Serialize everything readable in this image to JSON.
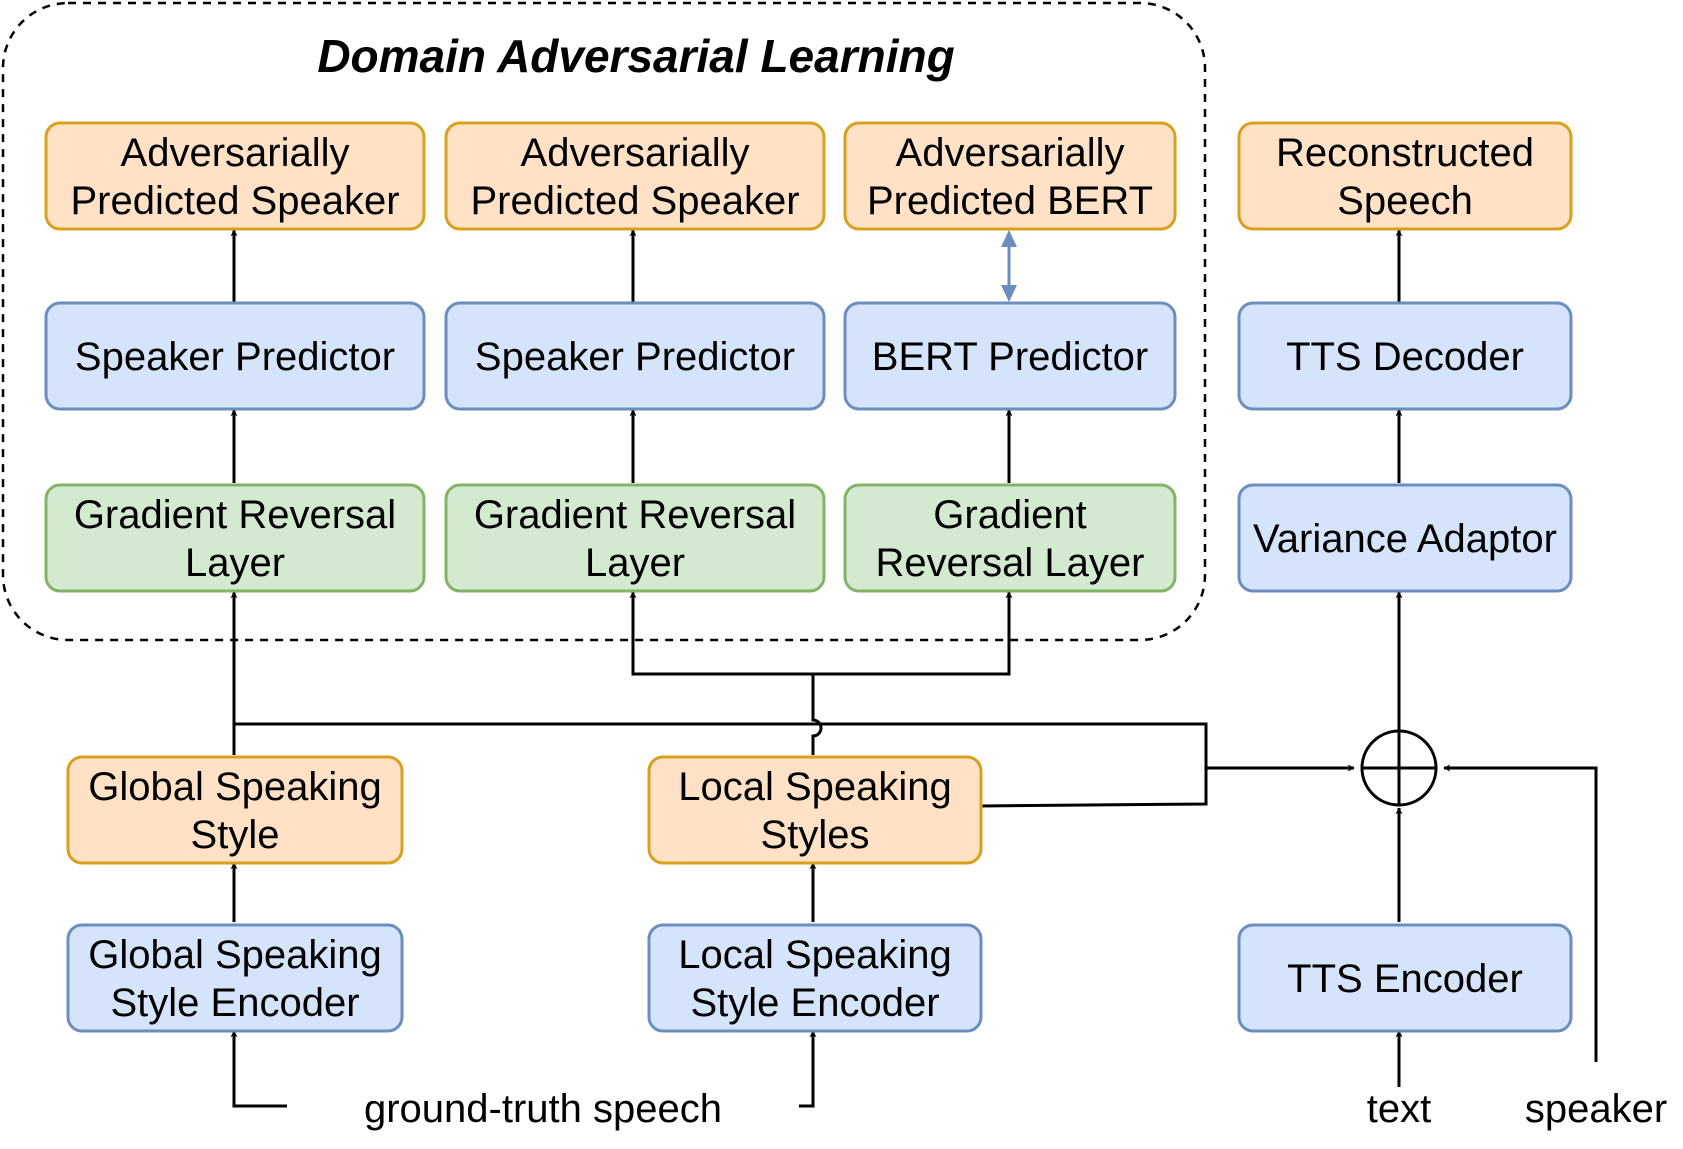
{
  "title": "Domain Adversarial Learning",
  "colors": {
    "orange_fill": "#ffe2c6",
    "orange_stroke": "#d9a020",
    "blue_fill": "#d5e4fa",
    "blue_stroke": "#6c8ebf",
    "green_fill": "#d3e9d0",
    "green_stroke": "#82b366",
    "bidirectional_arrow": "#6c8ebf"
  },
  "nodes": {
    "adv_speaker_1": [
      "Adversarially",
      "Predicted Speaker"
    ],
    "adv_speaker_2": [
      "Adversarially",
      "Predicted Speaker"
    ],
    "adv_bert": [
      "Adversarially",
      "Predicted BERT"
    ],
    "reconstructed_speech": [
      "Reconstructed",
      "Speech"
    ],
    "speaker_predictor_1": [
      "Speaker Predictor"
    ],
    "speaker_predictor_2": [
      "Speaker Predictor"
    ],
    "bert_predictor": [
      "BERT Predictor"
    ],
    "tts_decoder": [
      "TTS Decoder"
    ],
    "grl_1": [
      "Gradient Reversal",
      "Layer"
    ],
    "grl_2": [
      "Gradient Reversal",
      "Layer"
    ],
    "grl_3": [
      "Gradient",
      "Reversal Layer"
    ],
    "variance_adaptor": [
      "Variance Adaptor"
    ],
    "global_style": [
      "Global Speaking",
      "Style"
    ],
    "local_styles": [
      "Local Speaking",
      "Styles"
    ],
    "global_encoder": [
      "Global Speaking",
      "Style Encoder"
    ],
    "local_encoder": [
      "Local Speaking",
      "Style Encoder"
    ],
    "tts_encoder": [
      "TTS Encoder"
    ]
  },
  "inputs": {
    "ground_truth": "ground-truth speech",
    "text": "text",
    "speaker": "speaker"
  }
}
